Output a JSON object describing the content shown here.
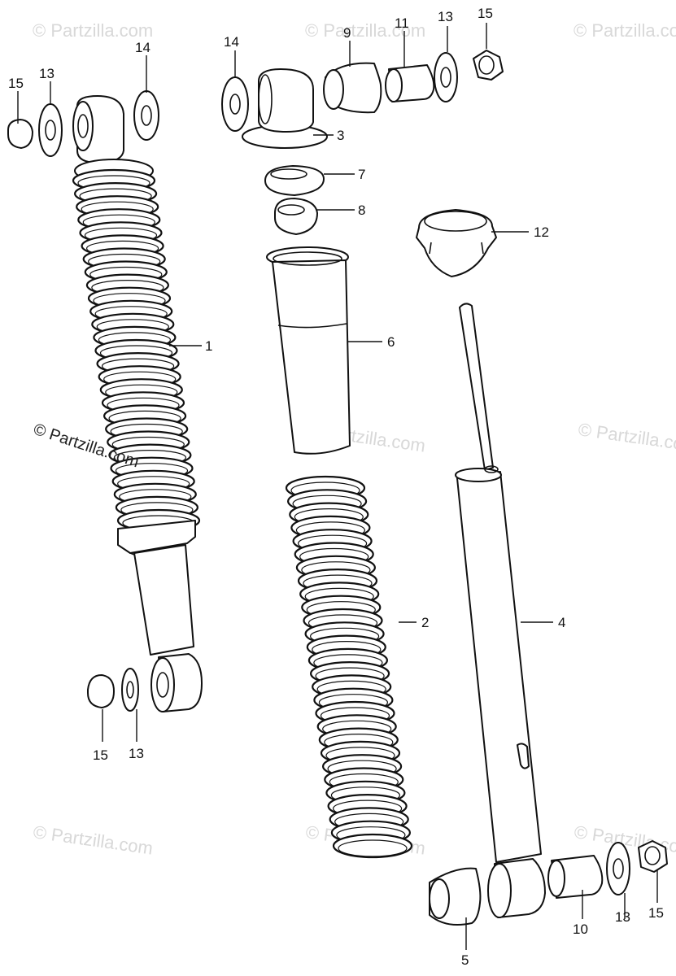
{
  "watermark": "© Partzilla.com",
  "copyright": "© Partzilla.com",
  "callouts": {
    "c1": "1",
    "c2": "2",
    "c3": "3",
    "c4": "4",
    "c5": "5",
    "c6": "6",
    "c7": "7",
    "c8": "8",
    "c9": "9",
    "c10": "10",
    "c11": "11",
    "c12": "12",
    "c13_top_left": "13",
    "c13_top_right": "13",
    "c13_bottom_left": "13",
    "c13_bottom_right": "13",
    "c14_left": "14",
    "c14_mid": "14",
    "c15_top_left": "15",
    "c15_top_right": "15",
    "c15_bottom_left": "15",
    "c15_bottom_right": "15"
  }
}
